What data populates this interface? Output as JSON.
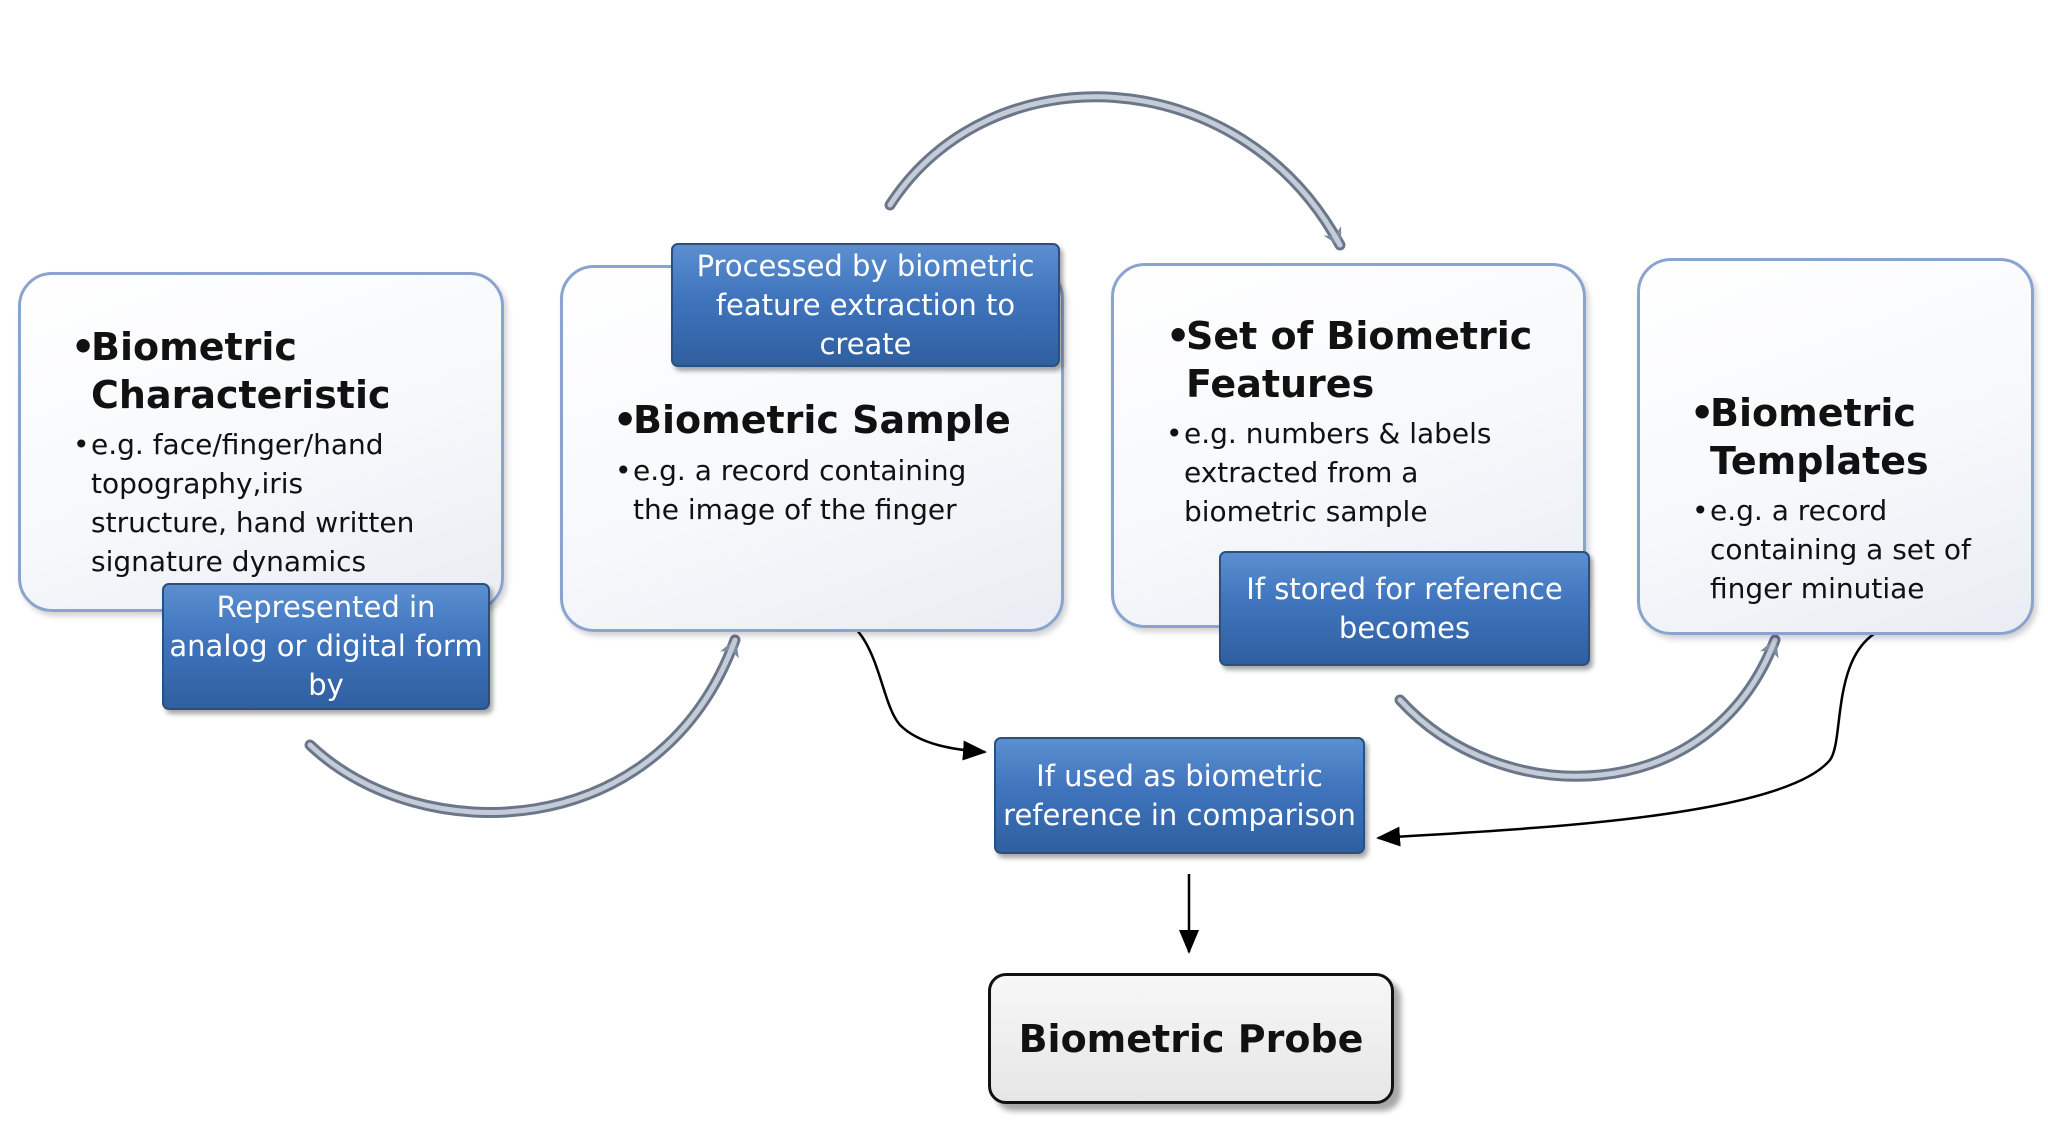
{
  "cards": [
    {
      "title": "Biometric\nCharacteristic",
      "text": "e.g. face/finger/hand\ntopography,iris\nstructure, hand written\nsignature dynamics"
    },
    {
      "title": "Biometric Sample",
      "text": "e.g. a record containing\nthe image of the finger"
    },
    {
      "title": "Set of Biometric\nFeatures",
      "text": "e.g.  numbers & labels\nextracted from a\nbiometric sample"
    },
    {
      "title": "Biometric\nTemplates",
      "text": "e.g. a record\ncontaining a set of\nfinger minutiae"
    }
  ],
  "bullets": {
    "big": "•",
    "small": "•"
  },
  "transitions": {
    "represented": "Represented in\nanalog or digital form\nby",
    "processed": "Processed by biometric\nfeature extraction to\ncreate",
    "stored": "If stored for reference\nbecomes",
    "comparison": "If used as biometric\nreference in comparison"
  },
  "probe": "Biometric Probe",
  "colors": {
    "box_blue": "#3f74bd",
    "card_border": "#8aa4cf",
    "arc_gray": "#8c97a8"
  }
}
